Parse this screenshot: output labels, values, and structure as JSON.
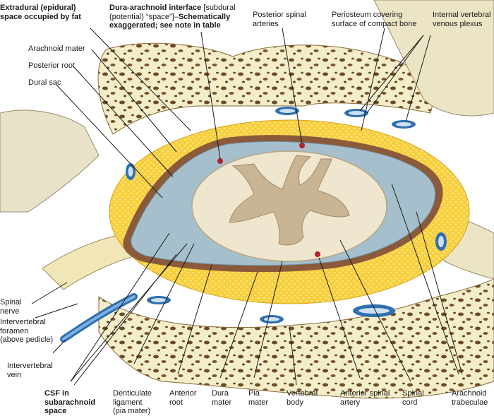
{
  "labels": {
    "extradural_l1": "Extradural (epidural)",
    "extradural_l2": "space occupied by fat",
    "dura_arach_title": "Dura-arachnoid interface",
    "dura_arach_l1_rest": " [subdural",
    "dura_arach_l2_a": "(potential) “space”]–",
    "dura_arach_l2_b": "Schematically",
    "dura_arach_l3": "exaggerated; see note in table",
    "post_spinal_l1": "Posterior spinal",
    "post_spinal_l2": "arteries",
    "periosteum_l1": "Periosteum covering",
    "periosteum_l2": "surface of compact bone",
    "int_venous_l1": "Internal vertebral",
    "int_venous_l2": "venous plexus",
    "arachnoid_mater": "Arachnoid mater",
    "posterior_root": "Posterior root",
    "dural_sac": "Dural sac",
    "spinal_nerve_l1": "Spinal",
    "spinal_nerve_l2": "nerve",
    "iv_foramen_l1": "Intervertebral",
    "iv_foramen_l2": "foramen",
    "iv_foramen_l3": "(above pedicle)",
    "iv_vein_l1": "Intervertebral",
    "iv_vein_l2": "vein",
    "csf_l1": "CSF in",
    "csf_l2": "subarachnoid",
    "csf_l3": "space",
    "dent_l1": "Denticulate",
    "dent_l2": "ligament",
    "dent_l3": "(pia mater)",
    "ant_root_l1": "Anterior",
    "ant_root_l2": "root",
    "dura_l1": "Dura",
    "dura_l2": "mater",
    "pia_l1": "Pia",
    "pia_l2": "mater",
    "vert_body_l1": "Vertebral",
    "vert_body_l2": "body",
    "ant_spinal_l1": "Anterior spinal",
    "ant_spinal_l2": "artery",
    "spinal_cord_l1": "Spinal",
    "spinal_cord_l2": "cord",
    "arach_trab_l1": "Arachnoid",
    "arach_trab_l2": "trabeculae"
  },
  "colors": {
    "bone": "#f3edc9",
    "bone_spots": "#6b4a26",
    "fat": "#f6cf3c",
    "dura": "#8a5a3a",
    "subarachnoid": "#a6bfcc",
    "white_matter": "#efe6cf",
    "gray_matter": "#c9b494",
    "vessel_blue": "#2e6fb0",
    "artery_red": "#b0202e",
    "leader": "#1a1a1a"
  }
}
